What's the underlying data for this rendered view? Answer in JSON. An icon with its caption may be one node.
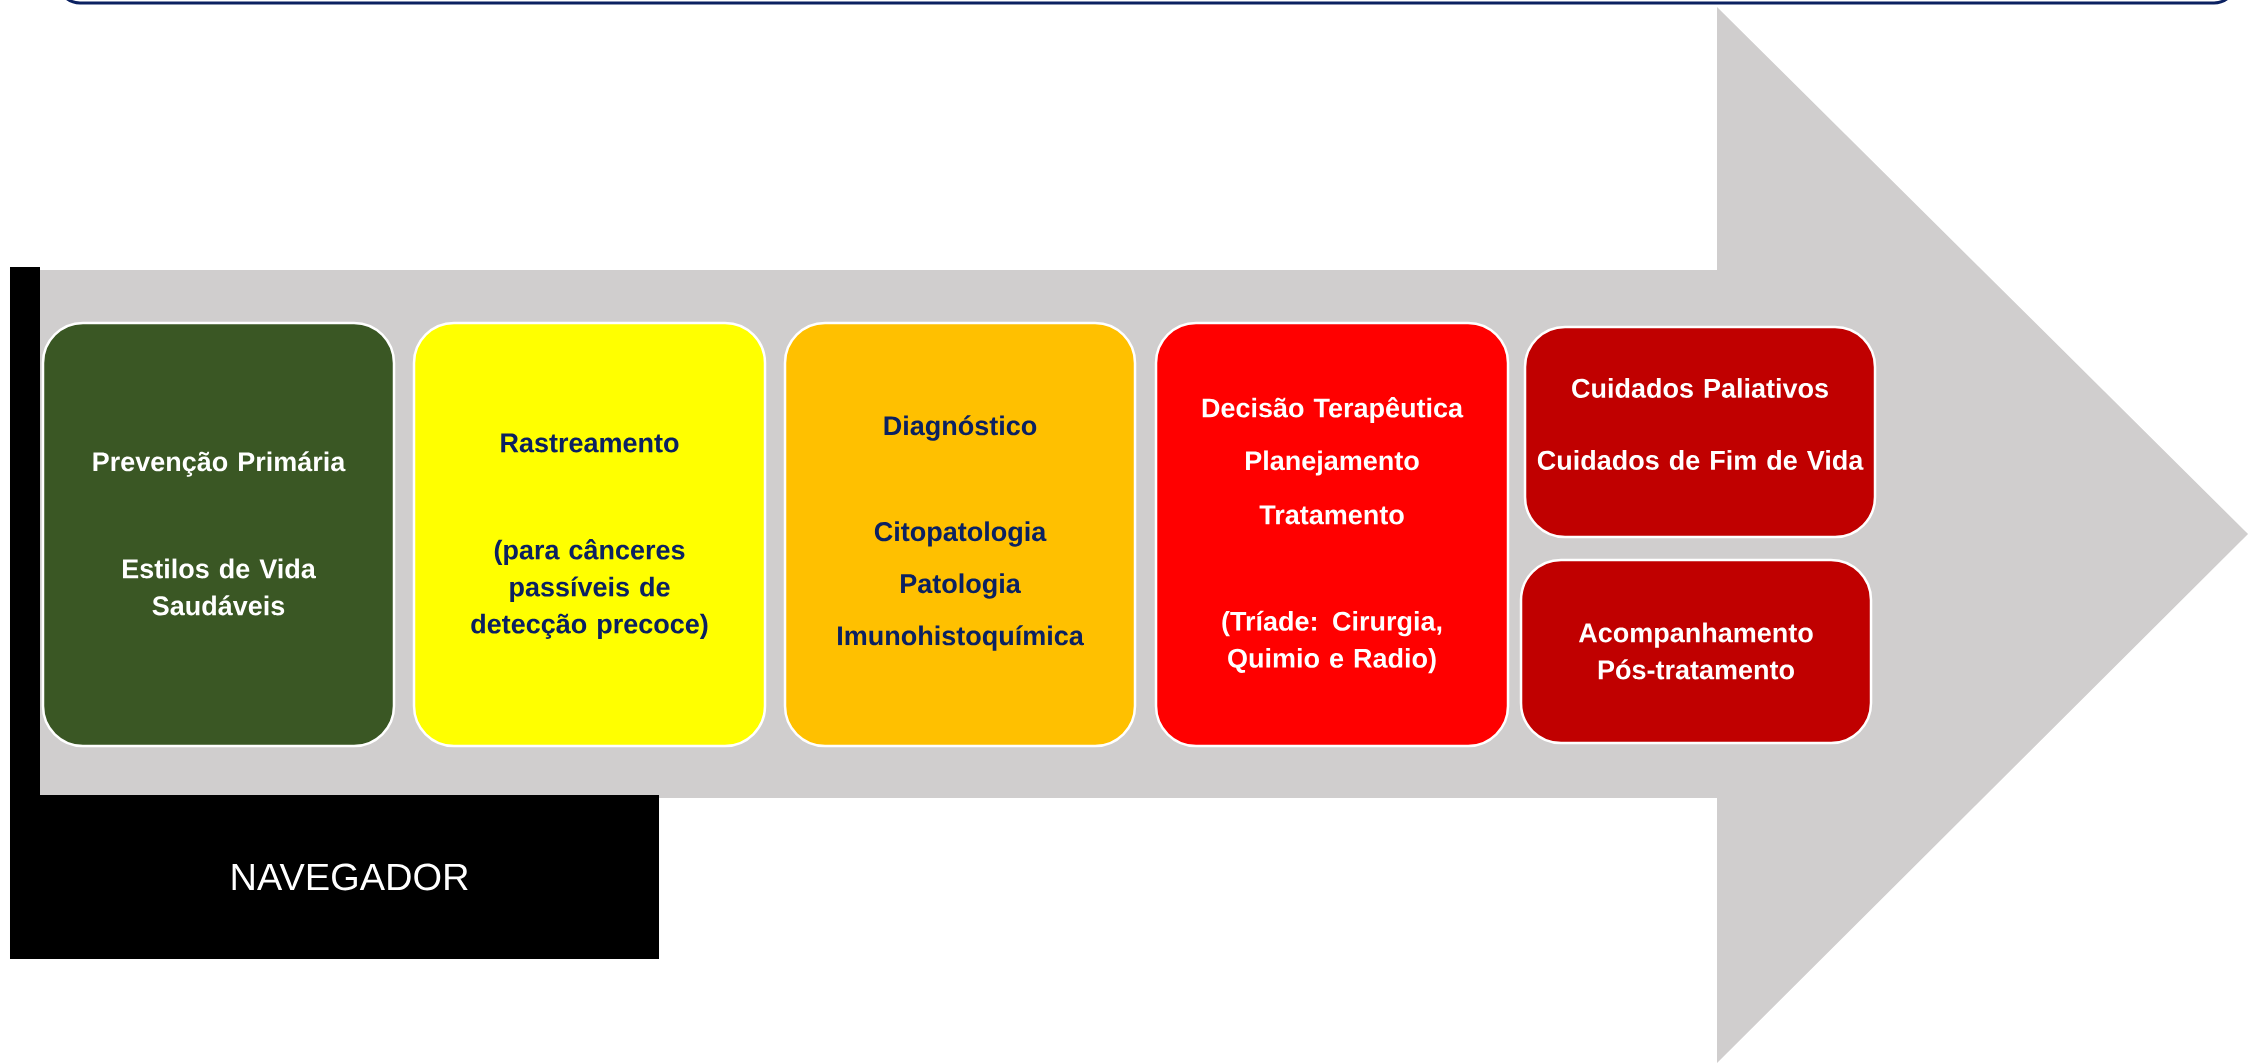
{
  "diagram": {
    "nodes": [
      {
        "text": [],
        "shape": "arrow"
      },
      {
        "text": [
          "Prevenção Primária",
          "Estilos de Vida Saudáveis"
        ],
        "in": 0
      },
      {
        "text": [
          "Rastreamento",
          "(para cânceres passíveis de detecção precoce)"
        ],
        "in": 0
      },
      {
        "text": [
          "Diagnóstico",
          "Citopatologia",
          "Patologia",
          "Imunohistoquímica"
        ],
        "in": 0
      },
      {
        "text": [
          "Decisão Terapêutica",
          "Planejamento",
          "Tratamento",
          "(Tríade: Cirurgia, Quimio e Radio)"
        ],
        "in": 0
      },
      {
        "text": [
          "Cuidados Paliativos",
          "Cuidados de Fim de Vida"
        ],
        "in": 0
      },
      {
        "text": [
          "Acompanhamento Pós-tratamento"
        ],
        "in": 0
      },
      {
        "text": [],
        "shape": "bar"
      },
      {
        "text": [
          "NAVEGADOR"
        ]
      }
    ]
  }
}
